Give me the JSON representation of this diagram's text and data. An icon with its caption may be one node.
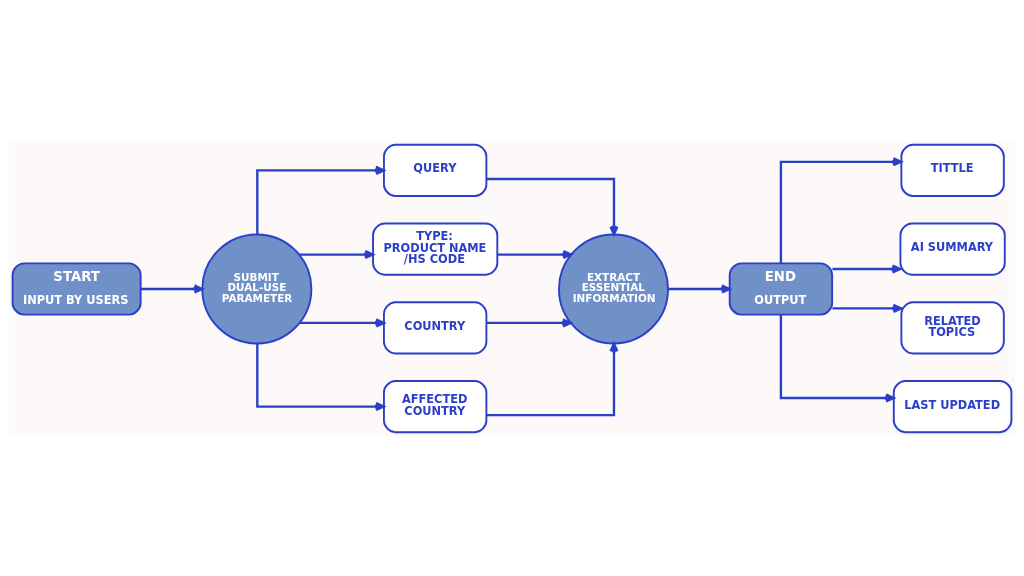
{
  "diagram": {
    "nodes": [
      {
        "text": [
          "START",
          "INPUT BY USERS"
        ]
      },
      {
        "text": [
          "SUBMIT DUAL-USE PARAMETER"
        ]
      },
      {
        "text": [
          "QUERY"
        ]
      },
      {
        "text": [
          "TYPE: PRODUCT NAME /HS CODE"
        ]
      },
      {
        "text": [
          "COUNTRY"
        ]
      },
      {
        "text": [
          "AFFECTED COUNTRY"
        ]
      },
      {
        "text": [
          "EXTRACT ESSENTIAL INFORMATION"
        ]
      },
      {
        "text": [
          "END",
          "OUTPUT"
        ]
      },
      {
        "text": [
          "TITTLE"
        ]
      },
      {
        "text": [
          "AI SUMMARY"
        ]
      },
      {
        "text": [
          "RELATED TOPICS"
        ]
      },
      {
        "text": [
          "LAST UPDATED"
        ]
      }
    ],
    "edges": [
      {
        "from": 0,
        "to": 1,
        "arrow": "to"
      },
      {
        "from": 1,
        "to": 2,
        "arrow": "to"
      },
      {
        "from": 1,
        "to": 3,
        "arrow": "to"
      },
      {
        "from": 1,
        "to": 4,
        "arrow": "to"
      },
      {
        "from": 1,
        "to": 5,
        "arrow": "to"
      },
      {
        "from": 2,
        "to": 6,
        "arrow": "to"
      },
      {
        "from": 3,
        "to": 6,
        "arrow": "to"
      },
      {
        "from": 4,
        "to": 6,
        "arrow": "to"
      },
      {
        "from": 5,
        "to": 6,
        "arrow": "to"
      },
      {
        "from": 6,
        "to": 7,
        "arrow": "to"
      },
      {
        "from": 7,
        "to": 8,
        "arrow": "to"
      },
      {
        "from": 7,
        "to": 9,
        "arrow": "to"
      },
      {
        "from": 7,
        "to": 10,
        "arrow": "to"
      },
      {
        "from": 7,
        "to": 11,
        "arrow": "to"
      }
    ]
  }
}
